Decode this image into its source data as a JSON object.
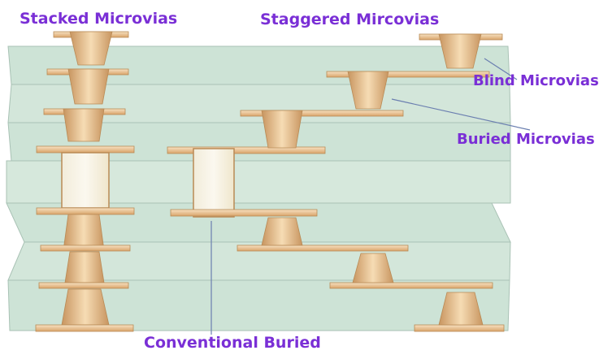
{
  "labels": {
    "stacked": "Stacked Microvias",
    "staggered": "Staggered Mircovias",
    "blind": "Blind Microvias",
    "buried": "Buried Microvias",
    "conventional": "Conventional Buried"
  },
  "colors": {
    "label_text": "#7a2fd6",
    "substrate": "#cde3d6",
    "substrate_edge": "#a9c2b5",
    "copper_light": "#f5dcb6",
    "copper_mid": "#e8b678",
    "copper_dark": "#b98a55",
    "leader_line": "#6b7fb0"
  },
  "structure": {
    "layer_count": 7,
    "via_types": [
      "stacked",
      "staggered",
      "blind",
      "buried",
      "conventional-buried"
    ]
  }
}
